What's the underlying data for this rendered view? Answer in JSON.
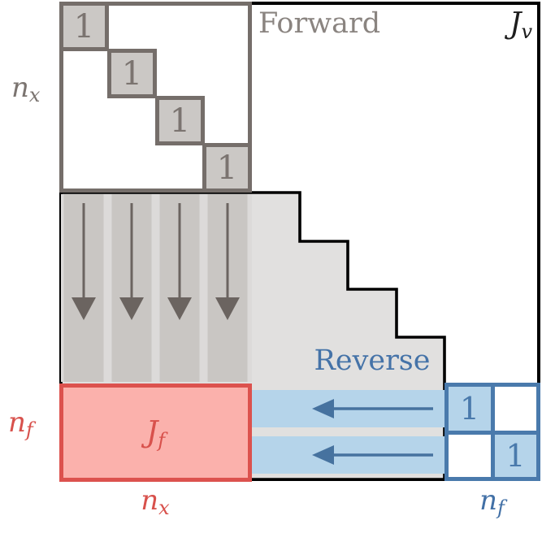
{
  "labels": {
    "forward": "Forward",
    "reverse": "Reverse",
    "j_v": {
      "base": "J",
      "sub": "v"
    },
    "j_f": {
      "base": "J",
      "sub": "f"
    },
    "n_x_left": {
      "base": "n",
      "sub": "x"
    },
    "n_f_left": {
      "base": "n",
      "sub": "f"
    },
    "n_x_bottom": {
      "base": "n",
      "sub": "x"
    },
    "n_f_bottom": {
      "base": "n",
      "sub": "f"
    }
  },
  "forward_identity_block": {
    "rows": 4,
    "cols": 4,
    "diagonal_value": "1",
    "cells": [
      "1",
      "1",
      "1",
      "1"
    ]
  },
  "reverse_identity_block": {
    "rows": 2,
    "cols": 2,
    "diagonal_value": "1",
    "cells": [
      "1",
      "1"
    ]
  },
  "arrows": {
    "down_arrow_count": 4,
    "left_arrow_count": 2
  },
  "colors": {
    "gray_border": "#756e6a",
    "gray_cell_fill": "#cbc8c5",
    "gray_text": "#7b7470",
    "forward_text": "#8a8480",
    "staircase_fill": "#e1e0df",
    "column_gutter_fill": "#dcdad9",
    "column_strip_fill": "#c9c6c3",
    "down_arrow": "#6b6460",
    "outline_black": "#000000",
    "jv_text": "#1d1d1d",
    "red_border": "#dc524e",
    "red_fill": "#fbb1ac",
    "red_text": "#d8514c",
    "blue_border": "#4a7aac",
    "blue_row_fill": "#b5d4ea",
    "blue_text": "#4270a6",
    "blue_arrow": "#46729f"
  }
}
